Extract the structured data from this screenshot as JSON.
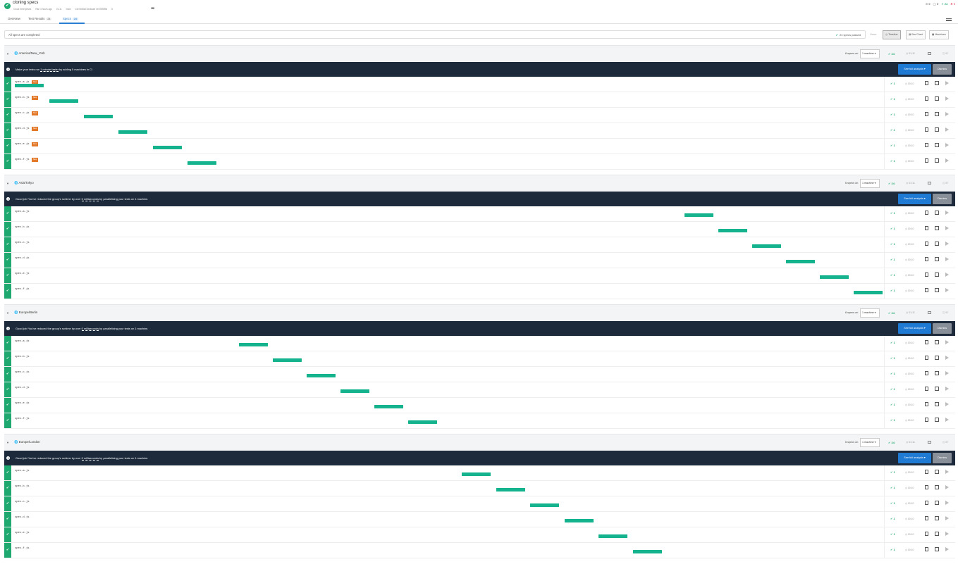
{
  "header": {
    "title": "cloning specs",
    "meta": [
      "Cloud Enterprises",
      "Ran 4 hours ago",
      "01:11",
      "main",
      "c4e7d08ab dedicate 0e578f8f9d",
      "5"
    ],
    "counts": {
      "skipped": "0",
      "pending": "0",
      "passed": "24",
      "failed": "0"
    }
  },
  "tabs": [
    {
      "label": "Overview",
      "count": ""
    },
    {
      "label": "Test Results",
      "count": "24"
    },
    {
      "label": "Specs",
      "count": "24"
    }
  ],
  "filter": {
    "message": "All specs are completed",
    "passed": "24 specs passed"
  },
  "views": {
    "label": "Views:",
    "timeline": "Timeline",
    "bar_chart": "Bar Chart",
    "machines": "Machines"
  },
  "accent_colors": {
    "passed": "#1fa971",
    "bar": "#14b38e",
    "banner": "#1c2a3c",
    "primary": "#1f7ad4",
    "badge": "#e47829"
  },
  "groups": [
    {
      "name": "America/New_York",
      "specs_summary": "6 specs on",
      "machines": "1 machine",
      "passed": "24",
      "time": "01:11",
      "flaky": "87",
      "banner": {
        "prefix": "Make your tests run ",
        "highlight": "1 minute faster",
        "suffix": " by adding 5 machines in CI"
      },
      "rows": [
        {
          "spec": "spec-a.js",
          "badge": "New",
          "passed": "1",
          "duration": "00:10"
        },
        {
          "spec": "spec-b.js",
          "badge": "New",
          "passed": "1",
          "duration": "00:10"
        },
        {
          "spec": "spec-c.js",
          "badge": "New",
          "passed": "1",
          "duration": "00:10"
        },
        {
          "spec": "spec-d.js",
          "badge": "New",
          "passed": "1",
          "duration": "00:10"
        },
        {
          "spec": "spec-e.js",
          "badge": "New",
          "passed": "1",
          "duration": "00:10"
        },
        {
          "spec": "spec-f.js",
          "badge": "New",
          "passed": "1",
          "duration": "00:10"
        }
      ]
    },
    {
      "name": "Asia/Tokyo",
      "specs_summary": "6 specs on",
      "machines": "1 machine",
      "passed": "24",
      "time": "01:11",
      "flaky": "87",
      "banner": {
        "prefix": "Good job! You've reduced the group's runtime by over ",
        "highlight": "0 milliseconds",
        "suffix": " by parallelizing your tests on 1 machine."
      },
      "rows": [
        {
          "spec": "spec-a.js",
          "badge": "",
          "passed": "1",
          "duration": "00:10"
        },
        {
          "spec": "spec-b.js",
          "badge": "",
          "passed": "1",
          "duration": "00:10"
        },
        {
          "spec": "spec-c.js",
          "badge": "",
          "passed": "1",
          "duration": "00:10"
        },
        {
          "spec": "spec-d.js",
          "badge": "",
          "passed": "1",
          "duration": "00:10"
        },
        {
          "spec": "spec-e.js",
          "badge": "",
          "passed": "1",
          "duration": "00:10"
        },
        {
          "spec": "spec-f.js",
          "badge": "",
          "passed": "1",
          "duration": "00:10"
        }
      ]
    },
    {
      "name": "Europe/Berlin",
      "specs_summary": "6 specs on",
      "machines": "1 machine",
      "passed": "24",
      "time": "01:11",
      "flaky": "87",
      "banner": {
        "prefix": "Good job! You've reduced the group's runtime by over ",
        "highlight": "0 milliseconds",
        "suffix": " by parallelizing your tests on 1 machine."
      },
      "rows": [
        {
          "spec": "spec-a.js",
          "badge": "",
          "passed": "1",
          "duration": "00:10"
        },
        {
          "spec": "spec-b.js",
          "badge": "",
          "passed": "1",
          "duration": "00:10"
        },
        {
          "spec": "spec-c.js",
          "badge": "",
          "passed": "1",
          "duration": "00:10"
        },
        {
          "spec": "spec-d.js",
          "badge": "",
          "passed": "1",
          "duration": "00:10"
        },
        {
          "spec": "spec-e.js",
          "badge": "",
          "passed": "1",
          "duration": "00:10"
        },
        {
          "spec": "spec-f.js",
          "badge": "",
          "passed": "1",
          "duration": "00:10"
        }
      ]
    },
    {
      "name": "Europe/London",
      "specs_summary": "6 specs on",
      "machines": "1 machine",
      "passed": "24",
      "time": "01:11",
      "flaky": "87",
      "banner": {
        "prefix": "Good job! You've reduced the group's runtime by over ",
        "highlight": "0 milliseconds",
        "suffix": " by parallelizing your tests on 1 machine."
      },
      "rows": [
        {
          "spec": "spec-a.js",
          "badge": "",
          "passed": "1",
          "duration": "00:10"
        },
        {
          "spec": "spec-b.js",
          "badge": "",
          "passed": "1",
          "duration": "00:10"
        },
        {
          "spec": "spec-c.js",
          "badge": "",
          "passed": "1",
          "duration": "00:10"
        },
        {
          "spec": "spec-d.js",
          "badge": "",
          "passed": "1",
          "duration": "00:10"
        },
        {
          "spec": "spec-e.js",
          "badge": "",
          "passed": "1",
          "duration": "00:10"
        },
        {
          "spec": "spec-f.js",
          "badge": "",
          "passed": "1",
          "duration": "00:10"
        }
      ]
    }
  ],
  "banner_buttons": {
    "analysis": "See full analysis",
    "dismiss": "Dismiss"
  }
}
